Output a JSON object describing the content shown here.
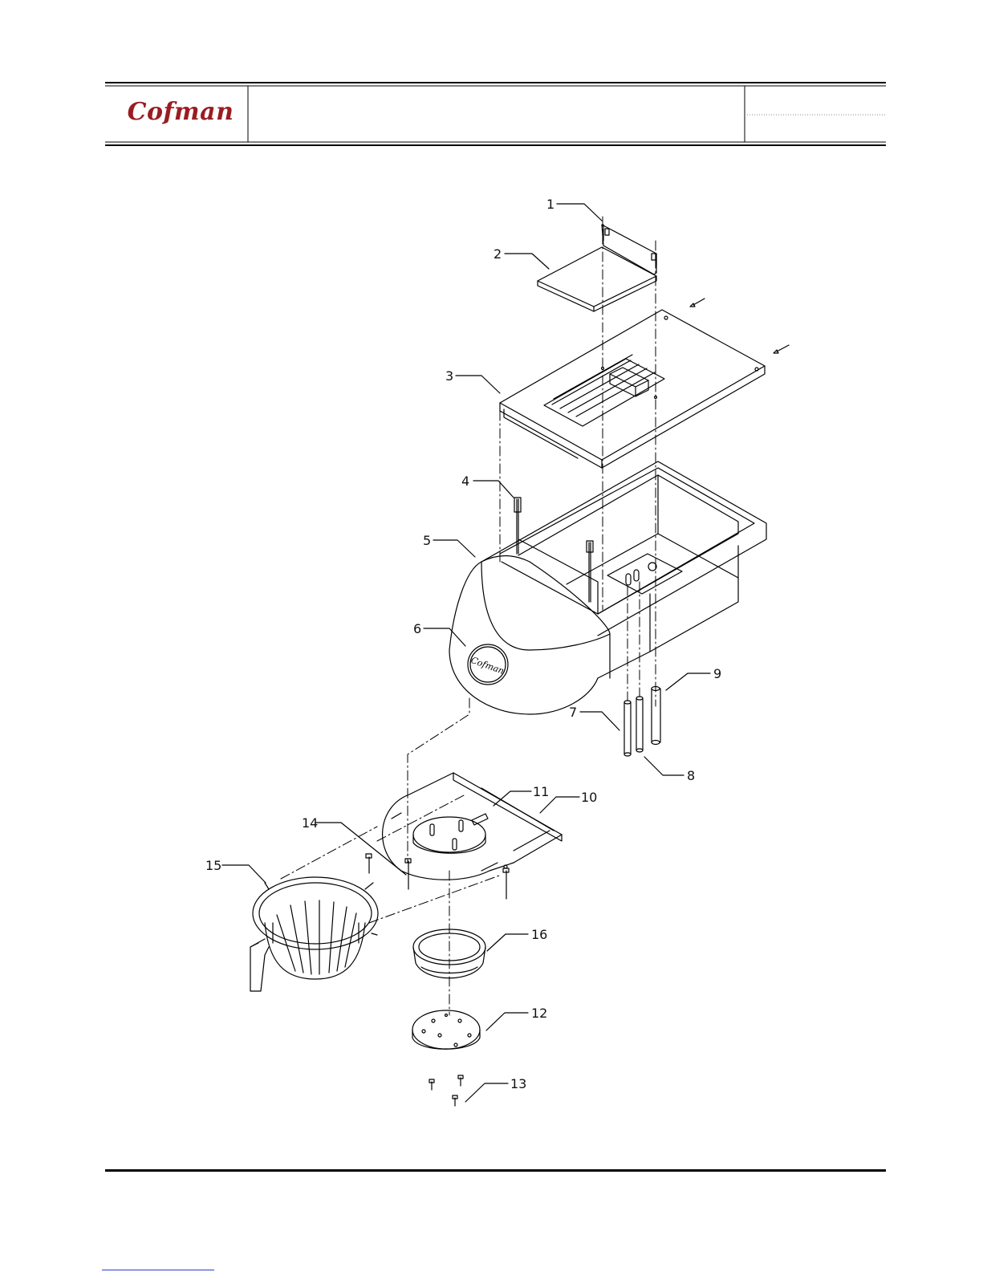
{
  "header": {
    "brand": "Cofman",
    "title": "",
    "ref_top": "",
    "ref_bottom": ""
  },
  "diagram": {
    "emblem_text": "Cofman",
    "callouts": [
      "1",
      "2",
      "3",
      "4",
      "5",
      "6",
      "7",
      "8",
      "9",
      "10",
      "11",
      "12",
      "13",
      "14",
      "15",
      "16"
    ]
  },
  "colors": {
    "brand": "#9a1c22",
    "line": "#000000",
    "link": "#2a3cd0"
  }
}
